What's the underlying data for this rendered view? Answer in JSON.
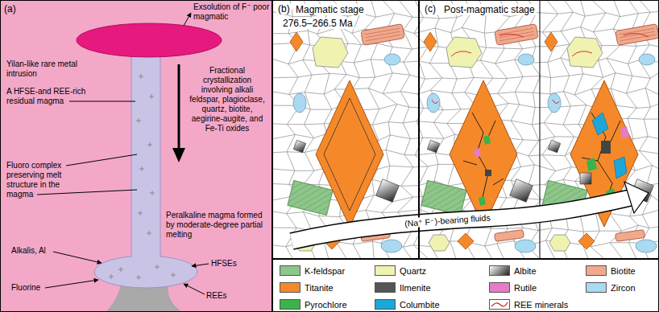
{
  "diagram": {
    "nodes": [
      {
        "text": [
          "(a)"
        ]
      },
      {
        "text": [
          "(b)",
          "Magmatic stage",
          "276.5–266.5 Ma"
        ]
      },
      {
        "text": [
          "(c)",
          "Post-magmatic stage"
        ]
      }
    ],
    "labels": [
      "Exsolution of F⁻ poor magmatic",
      "Yilan-like rare metal intrusion",
      "A HFSE-and REE-rich residual magma",
      "Fractional crystallization involving alkali feldspar, plagioclase, quartz, biotite, aegirine-augite, and Fe-Ti oxides",
      "Fluoro complex preserving melt structure in the magma",
      "Peralkaline magma formed by moderate-degree partial melting",
      "Alkalis, Al",
      "HFSEs",
      "Fluorine",
      "REEs",
      "(Na⁺ F⁻)-bearing fluids"
    ],
    "legend": [
      {
        "text": "K-feldspar",
        "color": "#8DC58A"
      },
      {
        "text": "Quartz",
        "color": "#F0F2B0"
      },
      {
        "text": "Albite"
      },
      {
        "text": "Biotite",
        "color": "#F2A88A"
      },
      {
        "text": "Titanite",
        "color": "#F5892A"
      },
      {
        "text": "Ilmenite",
        "color": "#555555"
      },
      {
        "text": "Rutile",
        "color": "#E87AC8"
      },
      {
        "text": "Zircon",
        "color": "#AAD9F2"
      },
      {
        "text": "Pyrochlore",
        "color": "#3CB34A"
      },
      {
        "text": "Columbite",
        "color": "#1CA7D8"
      },
      {
        "text": "REE minerals"
      }
    ]
  }
}
